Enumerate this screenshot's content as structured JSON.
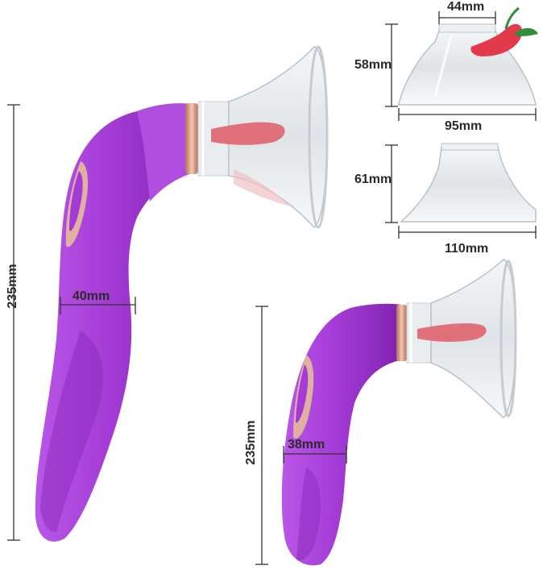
{
  "dimensions": {
    "cup_small_top_width": "44mm",
    "cup_small_height": "58mm",
    "cup_small_bottom_width": "95mm",
    "cup_large_height": "61mm",
    "cup_large_bottom_width": "110mm",
    "left_device_length": "235mm",
    "left_device_width": "40mm",
    "right_device_length": "235mm",
    "right_device_width": "38mm"
  },
  "colors": {
    "body_purple": "#a43bd6",
    "body_purple_dark": "#7f22b0",
    "body_purple_light": "#c36af0",
    "rose_gold": "#d99a84",
    "tongue_pink": "#e0707a",
    "logo_red": "#e23a4a",
    "logo_green": "#2f8f3a",
    "dim_line": "#333333"
  },
  "logo": {
    "icon": "chili-pepper-icon"
  }
}
